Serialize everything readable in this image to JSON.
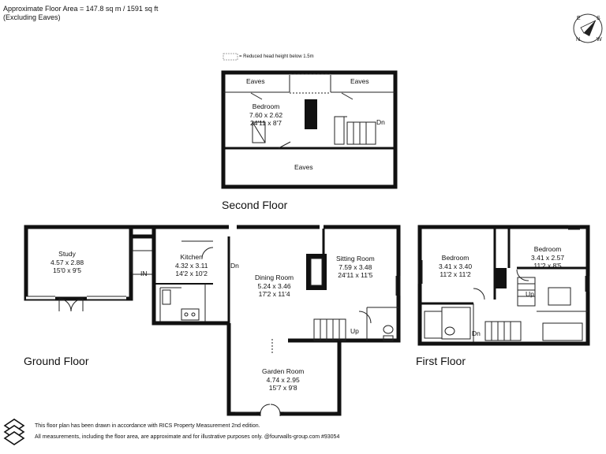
{
  "header": {
    "area_line": "Approximate Floor Area = 147.8 sq m / 1591 sq ft",
    "eaves_note": "(Excluding Eaves)"
  },
  "legend": {
    "reduced_head_height": "= Reduced head height below 1.5m"
  },
  "compass": {
    "e": "E",
    "s": "S",
    "n": "N",
    "w": "W"
  },
  "second_floor": {
    "label": "Second Floor",
    "eaves_left": "Eaves",
    "eaves_right": "Eaves",
    "eaves_bottom": "Eaves",
    "bedroom": {
      "name": "Bedroom",
      "metric": "7.60 x 2.62",
      "imperial": "24'11 x 8'7"
    },
    "dn": "Dn"
  },
  "ground_floor": {
    "label": "Ground Floor",
    "study": {
      "name": "Study",
      "metric": "4.57 x 2.88",
      "imperial": "15'0 x 9'5"
    },
    "kitchen": {
      "name": "Kitchen",
      "metric": "4.32 x 3.11",
      "imperial": "14'2 x 10'2"
    },
    "dining": {
      "name": "Dining Room",
      "metric": "5.24 x 3.46",
      "imperial": "17'2 x 11'4"
    },
    "sitting": {
      "name": "Sitting Room",
      "metric": "7.59 x 3.48",
      "imperial": "24'11 x 11'5"
    },
    "garden": {
      "name": "Garden Room",
      "metric": "4.74 x 2.95",
      "imperial": "15'7 x 9'8"
    },
    "in": "IN",
    "dn": "Dn",
    "up": "Up"
  },
  "first_floor": {
    "label": "First Floor",
    "bedroom1": {
      "name": "Bedroom",
      "metric": "3.41 x 3.40",
      "imperial": "11'2 x 11'2"
    },
    "bedroom2": {
      "name": "Bedroom",
      "metric": "3.41 x 2.57",
      "imperial": "11'2 x 8'5"
    },
    "up": "Up",
    "dn": "Dn"
  },
  "footer": {
    "line1": "This floor plan has been drawn in accordance with RICS Property Measurement 2nd edition.",
    "line2": "All measurements, including the floor area, are approximate and for illustrative purposes only. @fourwalls-group.com #93054"
  }
}
